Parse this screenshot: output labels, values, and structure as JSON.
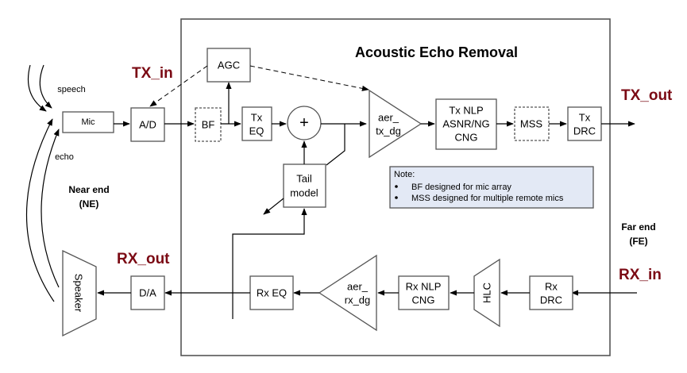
{
  "title": "Acoustic Echo Removal",
  "signal_labels": {
    "tx_in": "TX_in",
    "tx_out": "TX_out",
    "rx_in": "RX_in",
    "rx_out": "RX_out"
  },
  "side_labels": {
    "near_end_line1": "Near end",
    "near_end_line2": "(NE)",
    "far_end_line1": "Far end",
    "far_end_line2": "(FE)",
    "speech": "speech",
    "echo": "echo"
  },
  "blocks": {
    "mic": "Mic",
    "ad": "A/D",
    "da": "D/A",
    "speaker": "Speaker",
    "agc": "AGC",
    "bf": "BF",
    "tx_eq": [
      "Tx",
      "EQ"
    ],
    "sum": "+",
    "tail_model": [
      "Tail",
      "model"
    ],
    "aer_tx_dg": [
      "aer_",
      "tx_dg"
    ],
    "tx_nlp": [
      "Tx NLP",
      "ASNR/NG",
      "CNG"
    ],
    "mss": "MSS",
    "tx_drc": [
      "Tx",
      "DRC"
    ],
    "rx_eq": "Rx EQ",
    "aer_rx_dg": [
      "aer_",
      "rx_dg"
    ],
    "rx_nlp": [
      "Rx NLP",
      "CNG"
    ],
    "hlc": "HLC",
    "rx_drc": [
      "Rx",
      "DRC"
    ]
  },
  "note": {
    "heading": "Note:",
    "items": [
      "BF designed for mic array",
      "MSS designed for multiple remote mics"
    ]
  }
}
